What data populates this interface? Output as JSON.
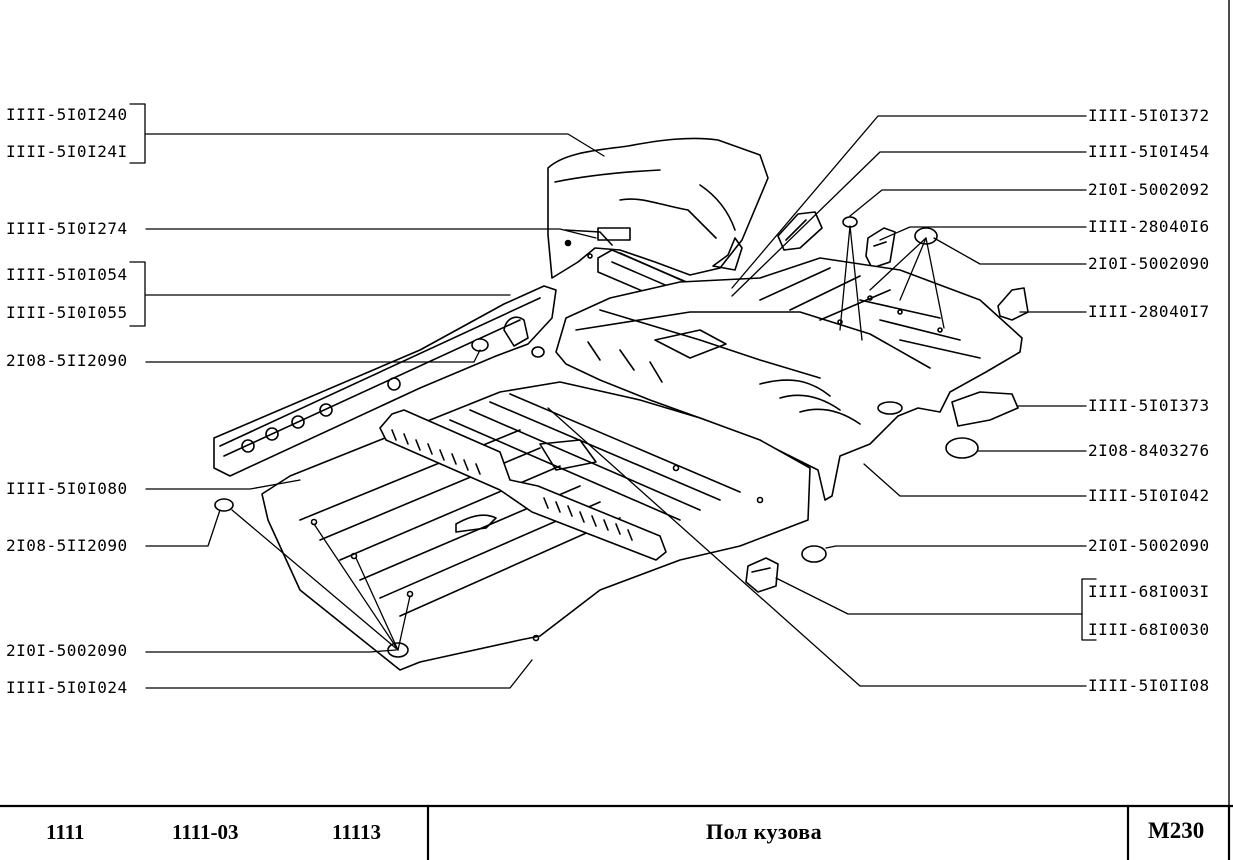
{
  "labels_left": [
    {
      "id": "l1",
      "text": "IIII-5I0I240"
    },
    {
      "id": "l2",
      "text": "IIII-5I0I24I"
    },
    {
      "id": "l3",
      "text": "IIII-5I0I274"
    },
    {
      "id": "l4",
      "text": "IIII-5I0I054"
    },
    {
      "id": "l5",
      "text": "IIII-5I0I055"
    },
    {
      "id": "l6",
      "text": "2I08-5II2090"
    },
    {
      "id": "l7",
      "text": "IIII-5I0I080"
    },
    {
      "id": "l8",
      "text": "2I08-5II2090"
    },
    {
      "id": "l9",
      "text": "2I0I-5002090"
    },
    {
      "id": "l10",
      "text": "IIII-5I0I024"
    }
  ],
  "labels_right": [
    {
      "id": "r1",
      "text": "IIII-5I0I372"
    },
    {
      "id": "r2",
      "text": "IIII-5I0I454"
    },
    {
      "id": "r3",
      "text": "2I0I-5002092"
    },
    {
      "id": "r4",
      "text": "IIII-28040I6"
    },
    {
      "id": "r5",
      "text": "2I0I-5002090"
    },
    {
      "id": "r6",
      "text": "IIII-28040I7"
    },
    {
      "id": "r7",
      "text": "IIII-5I0I373"
    },
    {
      "id": "r8",
      "text": "2I08-8403276"
    },
    {
      "id": "r9",
      "text": "IIII-5I0I042"
    },
    {
      "id": "r10",
      "text": "2I0I-5002090"
    },
    {
      "id": "r11",
      "text": "IIII-68I003I"
    },
    {
      "id": "r12",
      "text": "IIII-68I0030"
    },
    {
      "id": "r13",
      "text": "IIII-5I0II08"
    }
  ],
  "footer": {
    "models": [
      "1111",
      "1111-03",
      "11113"
    ],
    "title": "Пол кузова",
    "code": "M230"
  },
  "colors": {
    "ink": "#000000",
    "paper": "#ffffff"
  }
}
